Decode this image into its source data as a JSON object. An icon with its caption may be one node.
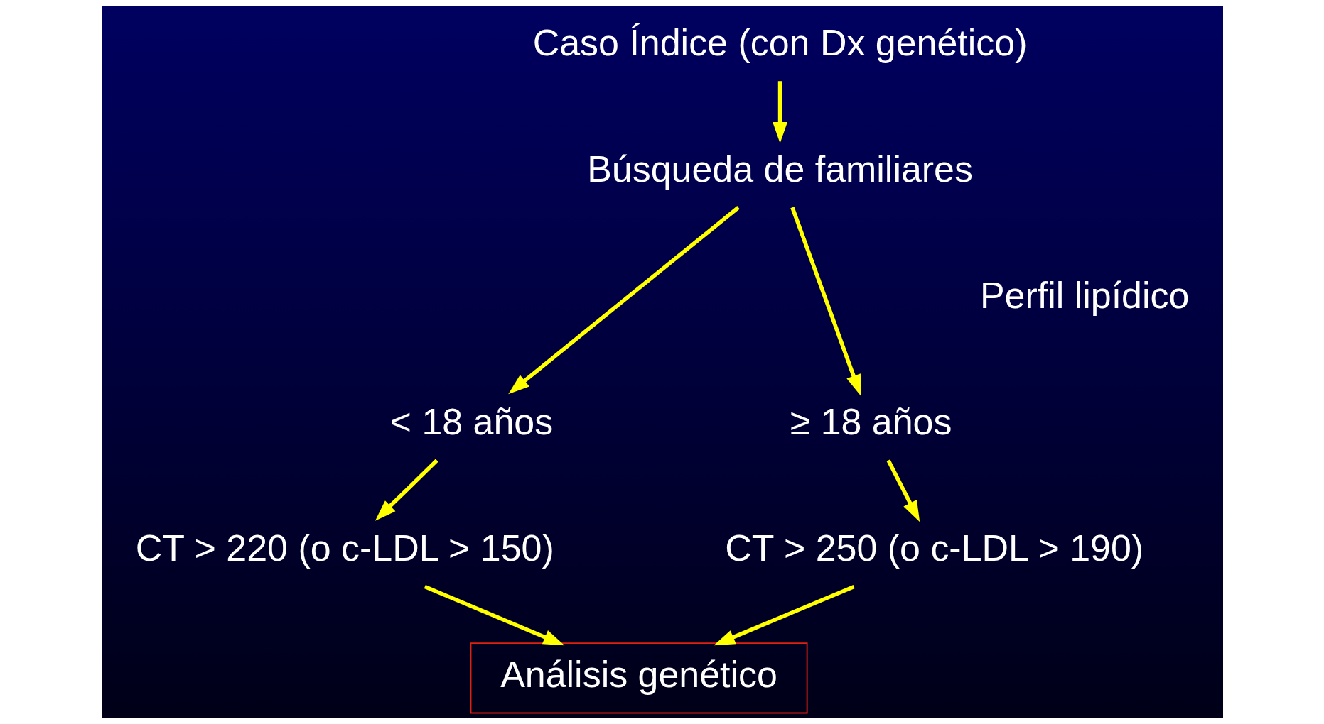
{
  "diagram": {
    "nodes": [
      {
        "text": [
          "Caso Índice (con Dx genético)"
        ]
      },
      {
        "text": [
          "Búsqueda de familiares"
        ]
      },
      {
        "text": [
          "< 18 años"
        ]
      },
      {
        "text": [
          "≥ 18 años"
        ]
      },
      {
        "text": [
          "CT > 220 (o c-LDL > 150)"
        ]
      },
      {
        "text": [
          "CT > 250 (o c-LDL > 190)"
        ]
      },
      {
        "text": [
          "Análisis genético"
        ]
      }
    ],
    "edges": [
      {
        "from": 0,
        "to": 1,
        "arrow": "to"
      },
      {
        "from": 1,
        "to": 2,
        "arrow": "to"
      },
      {
        "from": 1,
        "to": 3,
        "arrow": "to"
      },
      {
        "from": 2,
        "to": 4,
        "arrow": "to"
      },
      {
        "from": 3,
        "to": 5,
        "arrow": "to"
      },
      {
        "from": 4,
        "to": 6,
        "arrow": "to"
      },
      {
        "from": 5,
        "to": 6,
        "arrow": "to"
      }
    ],
    "labels": [
      "Perfil lipídico"
    ]
  }
}
